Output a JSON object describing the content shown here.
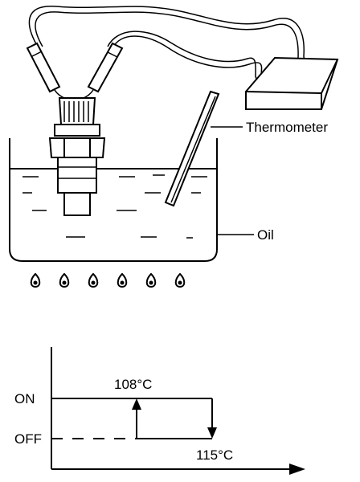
{
  "apparatus": {
    "labels": {
      "thermometer": "Thermometer",
      "oil": "Oil"
    },
    "burner_count": 6
  },
  "switch_graph": {
    "state_labels": {
      "on": "ON",
      "off": "OFF"
    },
    "on_temp_label": "108°C",
    "off_temp_label": "115°C"
  }
}
